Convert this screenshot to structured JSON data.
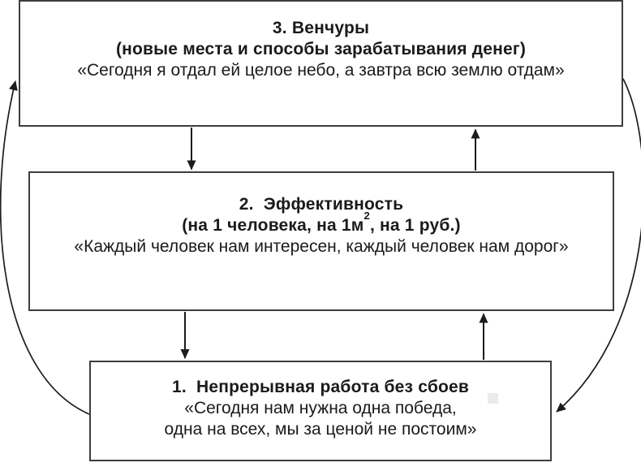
{
  "box3": {
    "title": "3. Венчуры",
    "subtitle": "(новые места и способы зарабатывания денег)",
    "quote": "«Сегодня я отдал ей целое небо, а завтра всю землю отдам»"
  },
  "box2": {
    "title": "2.  Эффективность",
    "subtitle_pre": "(на 1 человека, на 1м",
    "subtitle_sup": "2",
    "subtitle_post": ", на 1 руб.)",
    "quote": "«Каждый человек нам интересен, каждый человек нам дорог»"
  },
  "box1": {
    "title": "1.  Непрерывная работа без сбоев",
    "quote_line1": "«Сегодня нам нужна одна победа,",
    "quote_line2": "одна на всех, мы за ценой не постоим»"
  },
  "arrows": {
    "box3_to_box2": "straight-down-arrow",
    "box2_to_box3": "straight-up-arrow",
    "box2_to_box1": "straight-down-arrow",
    "box1_to_box2": "straight-up-arrow",
    "box1_to_box3": "curved-left-up-arrow",
    "box3_to_box1": "curved-right-down-arrow"
  },
  "colors": {
    "background": "#ffffff",
    "border": "#3e3e3e",
    "arrow": "#1c1c1c",
    "text": "#1a1a1a",
    "artifact": "#ebebeb"
  }
}
